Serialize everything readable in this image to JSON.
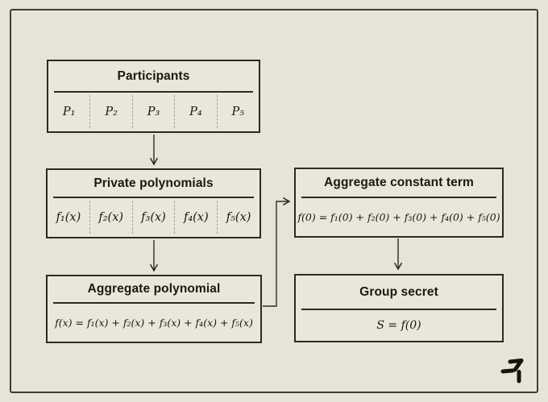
{
  "colors": {
    "background": "#e7e3d7",
    "box_fill": "#eae6da",
    "frame": "#3f3e38",
    "line": "#2b2a25",
    "dashed": "#a5a196",
    "text": "#191813"
  },
  "boxes": {
    "participants": {
      "title": "Participants",
      "cells": [
        "P₁",
        "P₂",
        "P₃",
        "P₄",
        "P₅"
      ]
    },
    "private_polynomials": {
      "title": "Private polynomials",
      "cells": [
        "f₁(x)",
        "f₂(x)",
        "f₃(x)",
        "f₄(x)",
        "f₅(x)"
      ]
    },
    "aggregate_polynomial": {
      "title": "Aggregate polynomial",
      "formula": "f(x) = f₁(x) + f₂(x) + f₃(x) + f₄(x) + f₅(x)"
    },
    "aggregate_constant_term": {
      "title": "Aggregate constant term",
      "formula": "f(0) = f₁(0) + f₂(0) + f₃(0) + f₄(0) + f₅(0)"
    },
    "group_secret": {
      "title": "Group secret",
      "formula": "S = f(0)"
    }
  },
  "icons": {
    "logo": "brand-logo"
  }
}
